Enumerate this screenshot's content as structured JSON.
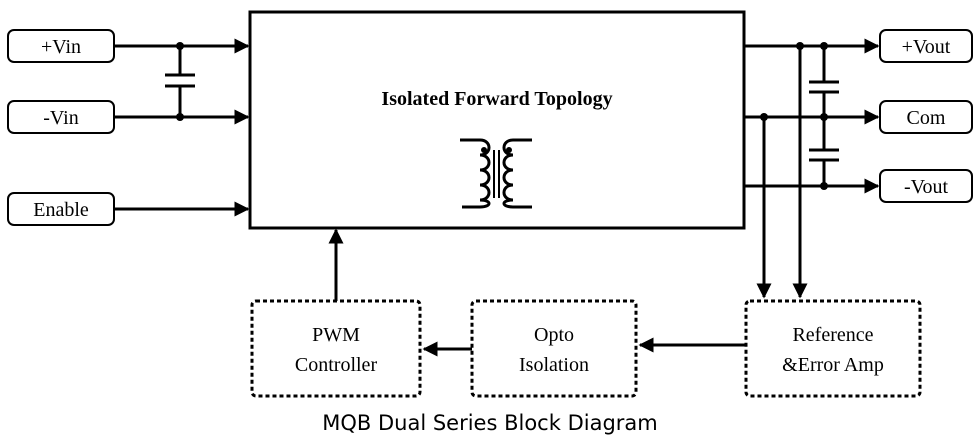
{
  "diagram": {
    "main_block": {
      "title": "Isolated Forward Topology"
    },
    "inputs": {
      "vin_plus": "+Vin",
      "vin_minus": "-Vin",
      "enable": "Enable"
    },
    "outputs": {
      "vout_plus": "+Vout",
      "com": "Com",
      "vout_minus": "-Vout"
    },
    "blocks": {
      "pwm": {
        "line1": "PWM",
        "line2": "Controller"
      },
      "opto": {
        "line1": "Opto",
        "line2": "Isolation"
      },
      "reference": {
        "line1": "Reference",
        "line2": "&Error Amp"
      }
    },
    "caption": "MQB Dual Series Block Diagram"
  }
}
